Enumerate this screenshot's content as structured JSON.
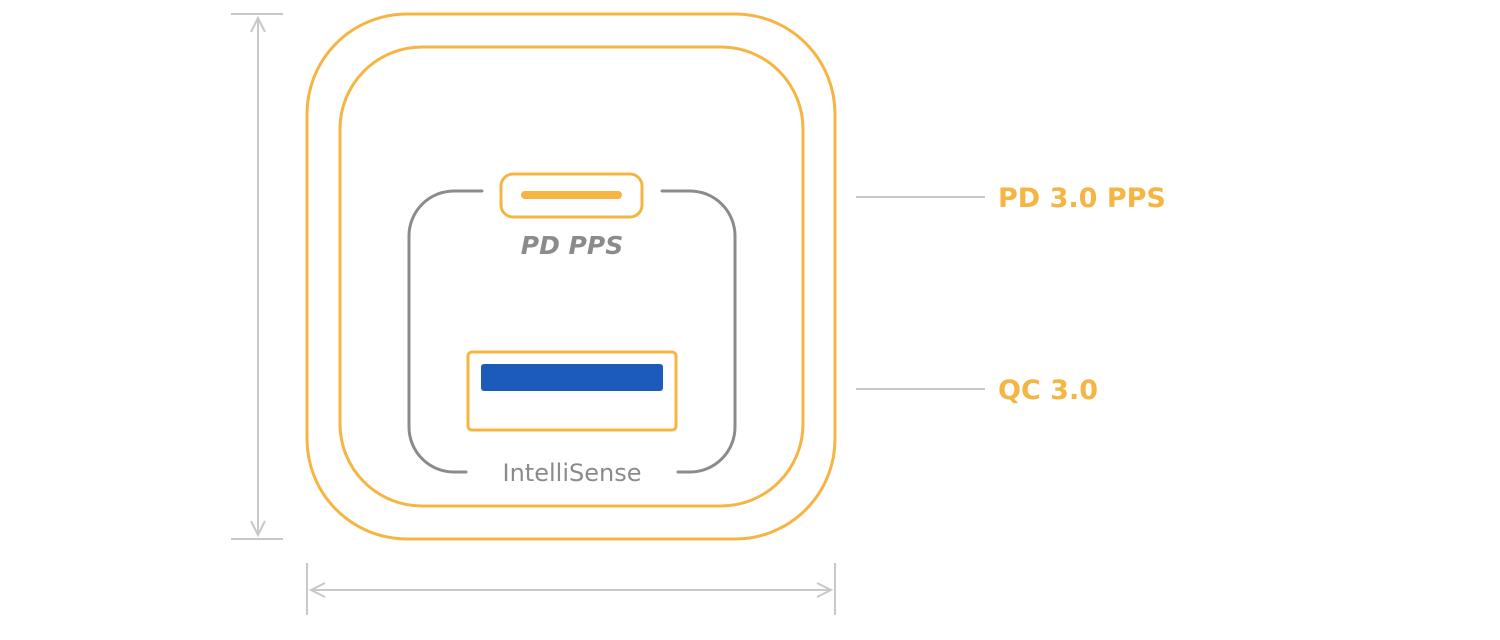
{
  "colors": {
    "accent": "#f6b543",
    "port_blue": "#1c5bb9",
    "outline_gray": "#8b8b8b",
    "dimension_gray": "#c8c8c8"
  },
  "labels": {
    "pd_callout": "PD 3.0 PPS",
    "qc_callout": "QC 3.0",
    "port_label": "PD PPS",
    "brand": "IntelliSense"
  }
}
